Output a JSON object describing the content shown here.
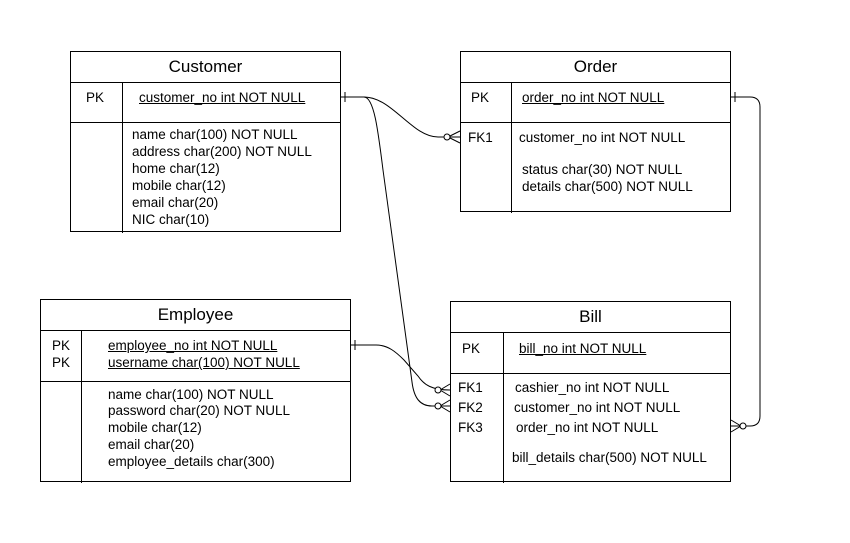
{
  "entities": {
    "customer": {
      "title": "Customer",
      "pk_label": "PK",
      "pk_field": "customer_no int NOT NULL",
      "fields": [
        "name  char(100) NOT NULL",
        "address  char(200) NOT NULL",
        "home  char(12)",
        "mobile  char(12)",
        "email  char(20)",
        "NIC  char(10)"
      ]
    },
    "order": {
      "title": "Order",
      "pk_label": "PK",
      "pk_field": "order_no int NOT NULL",
      "fk_labels": [
        "FK1"
      ],
      "fk_fields": [
        "customer_no int NOT NULL"
      ],
      "fields": [
        "status char(30) NOT NULL",
        "details char(500) NOT NULL"
      ]
    },
    "employee": {
      "title": "Employee",
      "pk_labels": [
        "PK",
        "PK"
      ],
      "pk_fields": [
        "employee_no int NOT NULL",
        "username  char(100) NOT NULL"
      ],
      "fields": [
        "name  char(100) NOT NULL",
        "password  char(20) NOT NULL",
        "mobile  char(12)",
        "email  char(20)",
        "employee_details  char(300)"
      ]
    },
    "bill": {
      "title": "Bill",
      "pk_label": "PK",
      "pk_field": "bill_no int NOT NULL",
      "fk_labels": [
        "FK1",
        "FK2",
        "FK3"
      ],
      "fk_fields": [
        "cashier_no int NOT NULL",
        "customer_no int NOT NULL",
        "order_no int NOT NULL"
      ],
      "fields": [
        "bill_details  char(500) NOT NULL"
      ]
    }
  }
}
